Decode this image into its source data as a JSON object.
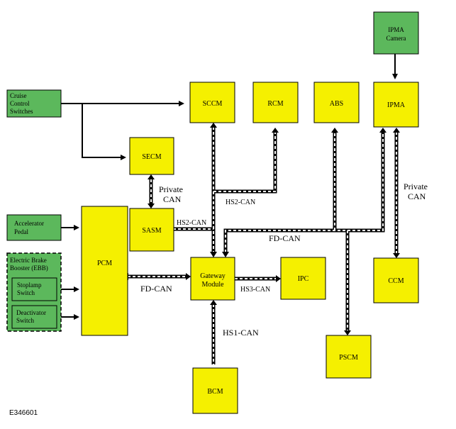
{
  "diagram_id": "E346601",
  "colors": {
    "module_fill": "#f5f000",
    "input_fill": "#5cb85c",
    "group_fill": "#5cb85c",
    "line": "#000000",
    "bus_dash": "#ffffff"
  },
  "modules": {
    "sccm": "SCCM",
    "rcm": "RCM",
    "abs": "ABS",
    "ipma": "IPMA",
    "secm": "SECM",
    "sasm": "SASM",
    "pcm": "PCM",
    "gateway_line1": "Gateway",
    "gateway_line2": "Module",
    "ipc": "IPC",
    "ccm": "CCM",
    "pscm": "PSCM",
    "bcm": "BCM"
  },
  "inputs": {
    "ipma_camera_line1": "IPMA",
    "ipma_camera_line2": "Camera",
    "cruise_line1": "Cruise",
    "cruise_line2": "Control",
    "cruise_line3": "Switches",
    "accel_line1": "Accelerator",
    "accel_line2": "Pedal",
    "ebb_line1": "Electric Brake",
    "ebb_line2": "Booster (EBB)",
    "stoplamp_line1": "Stoplamp",
    "stoplamp_line2": "Switch",
    "deactivator_line1": "Deactivator",
    "deactivator_line2": "Switch"
  },
  "bus_labels": {
    "private_can_left_1": "Private",
    "private_can_left_2": "CAN",
    "private_can_right_1": "Private",
    "private_can_right_2": "CAN",
    "hs2_can_top": "HS2-CAN",
    "hs2_can_sasm": "HS2-CAN",
    "fd_can_top": "FD-CAN",
    "fd_can_pcm": "FD-CAN",
    "hs3_can": "HS3-CAN",
    "hs1_can": "HS1-CAN"
  }
}
